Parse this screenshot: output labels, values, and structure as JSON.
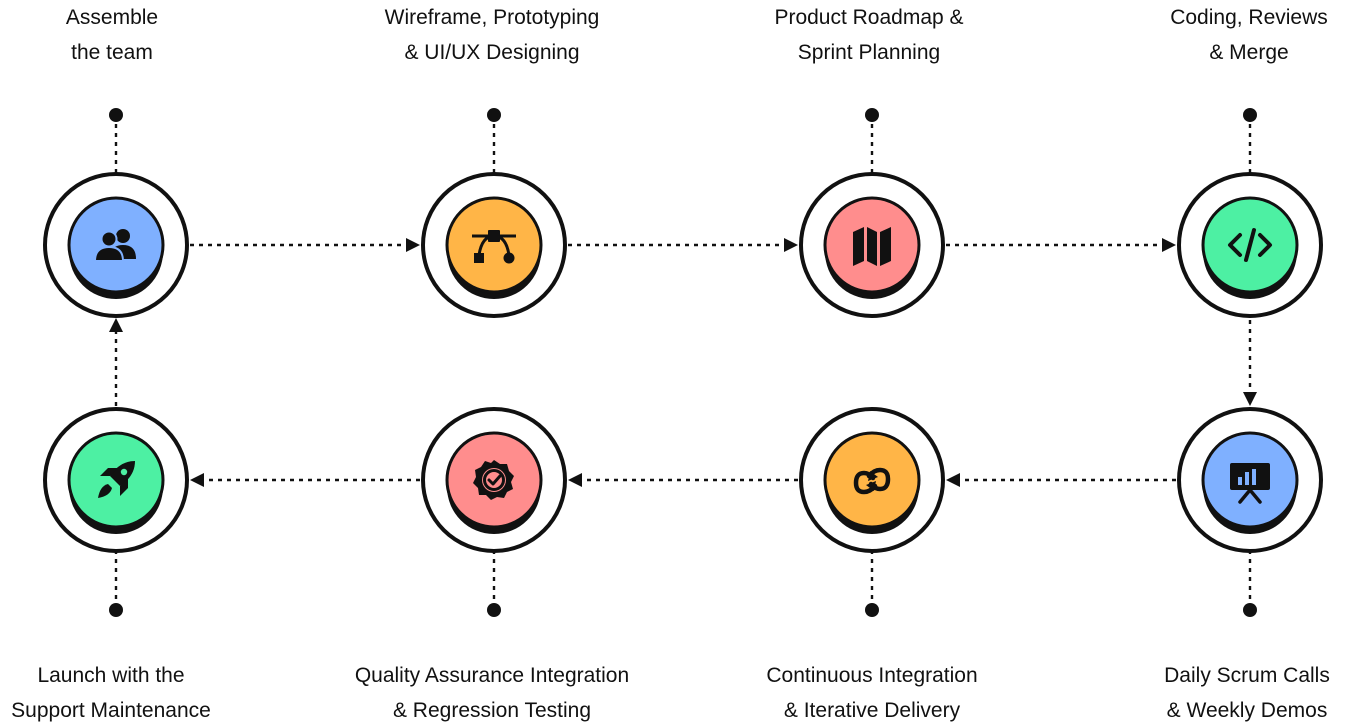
{
  "steps": [
    {
      "line1": "Assemble",
      "line2": "the team",
      "icon": "users-icon",
      "color": "#7fb0ff"
    },
    {
      "line1": "Wireframe, Prototyping",
      "line2": "& UI/UX Designing",
      "icon": "bezier-pen-icon",
      "color": "#ffb547"
    },
    {
      "line1": "Product Roadmap &",
      "line2": "Sprint Planning",
      "icon": "map-icon",
      "color": "#ff8d8d"
    },
    {
      "line1": "Coding, Reviews",
      "line2": "& Merge",
      "icon": "code-icon",
      "color": "#4df0a3"
    },
    {
      "line1": "Daily Scrum Calls",
      "line2": "& Weekly Demos",
      "icon": "presentation-board-icon",
      "color": "#7fb0ff"
    },
    {
      "line1": "Continuous Integration",
      "line2": "& Iterative Delivery",
      "icon": "sync-icon",
      "color": "#ffb547"
    },
    {
      "line1": "Quality Assurance Integration",
      "line2": "& Regression Testing",
      "icon": "badge-check-icon",
      "color": "#ff8d8d"
    },
    {
      "line1": "Launch with the",
      "line2": "Support Maintenance",
      "icon": "rocket-icon",
      "color": "#4df0a3"
    }
  ]
}
